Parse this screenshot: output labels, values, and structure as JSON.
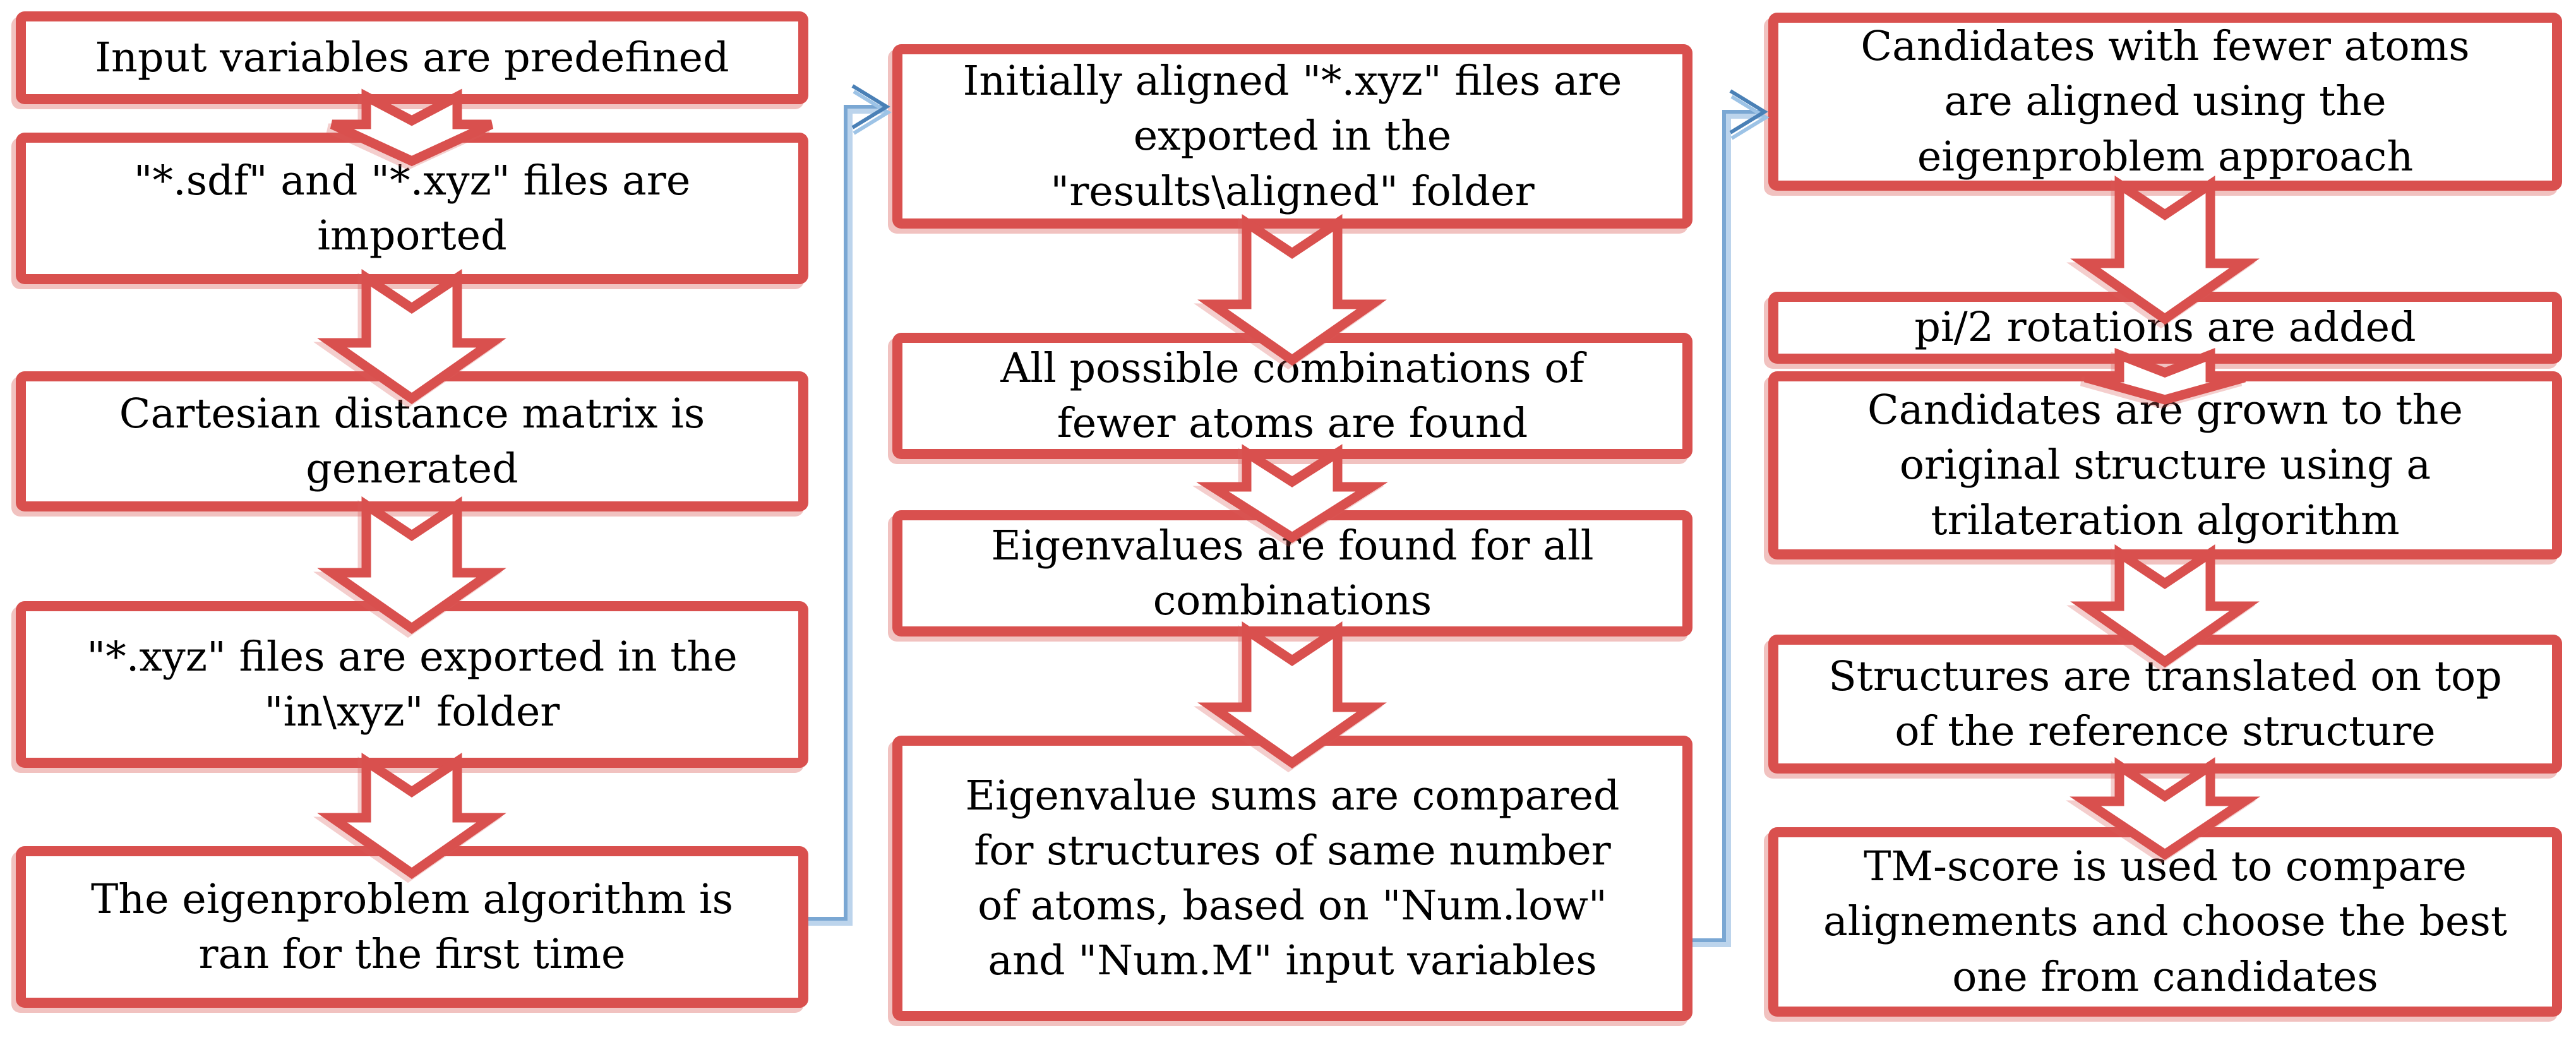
{
  "diagram": {
    "title": "Structure alignment algorithm flowchart",
    "colors": {
      "box_border_red": "#D9504E",
      "box_shadow_red": "#E9A19E",
      "box_fill": "#FFFFFF",
      "text": "#000000",
      "connector_light_blue": "#BCD4EC",
      "connector_dark_blue": "#7AA7D3",
      "connector_arrowhead_blue": "#4A80B6"
    },
    "columns": [
      {
        "name": "column-1",
        "boxes": [
          {
            "label": "Input variables are predefined"
          },
          {
            "label": "\"*.sdf\" and \"*.xyz\" files are\nimported"
          },
          {
            "label": "Cartesian distance matrix is\ngenerated"
          },
          {
            "label": "\"*.xyz\" files are exported in the\n\"in\\xyz\" folder"
          },
          {
            "label": "The eigenproblem algorithm is\nran for the first time"
          }
        ]
      },
      {
        "name": "column-2",
        "boxes": [
          {
            "label": "Initially aligned \"*.xyz\" files are\nexported in the\n\"results\\aligned\" folder"
          },
          {
            "label": "All possible combinations of\nfewer atoms are found"
          },
          {
            "label": "Eigenvalues are found for all\ncombinations"
          },
          {
            "label": "Eigenvalue sums are compared\nfor structures of same number\nof atoms, based on \"Num.low\"\nand \"Num.M\" input variables"
          }
        ]
      },
      {
        "name": "column-3",
        "boxes": [
          {
            "label": "Candidates with fewer atoms\nare aligned using the\neigenproblem approach"
          },
          {
            "label": "pi/2 rotations are added"
          },
          {
            "label": "Candidates are grown to the\noriginal structure using a\ntrilateration algorithm"
          },
          {
            "label": "Structures are translated on top\nof the reference structure"
          },
          {
            "label": "TM-score is used to compare\nalignements and choose the best\none from candidates"
          }
        ]
      }
    ],
    "connectors": [
      {
        "name": "column1-bottom-to-column2-top",
        "style": "blue elbow line with open arrowhead"
      },
      {
        "name": "column2-bottom-to-column3-top",
        "style": "blue elbow line with open arrowhead"
      }
    ],
    "arrow_icon": "hollow red block arrow pointing down with notched tail"
  }
}
